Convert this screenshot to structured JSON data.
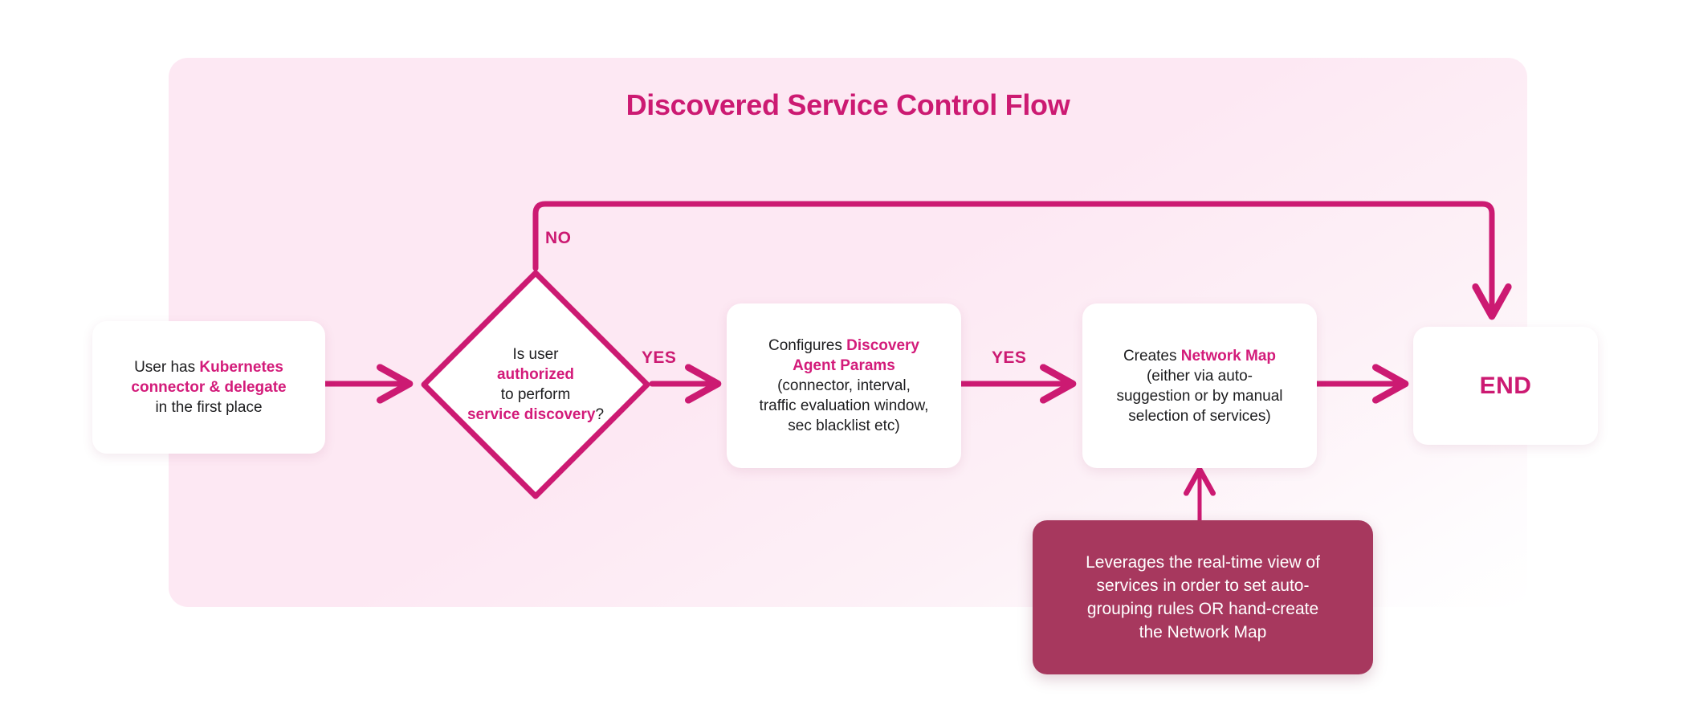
{
  "diagram": {
    "title": "Discovered Service Control Flow",
    "colors": {
      "accent": "#cc1a72",
      "panel_bg": "#fde8f3",
      "callout_bg": "#a7385e",
      "node_bg": "#ffffff",
      "text": "#1d1d1f",
      "callout_text": "#ffffff"
    },
    "nodes": {
      "start": {
        "shape": "rounded-rect",
        "lines": [
          [
            {
              "t": "User has ",
              "hl": false
            },
            {
              "t": "Kubernetes",
              "hl": true
            }
          ],
          [
            {
              "t": "connector & delegate",
              "hl": true
            }
          ],
          [
            {
              "t": "in the first place",
              "hl": false
            }
          ]
        ]
      },
      "decision": {
        "shape": "diamond",
        "lines": [
          [
            {
              "t": "Is user",
              "hl": false
            }
          ],
          [
            {
              "t": "authorized",
              "hl": true
            }
          ],
          [
            {
              "t": "to perform",
              "hl": false
            }
          ],
          [
            {
              "t": "service discovery",
              "hl": true
            },
            {
              "t": "?",
              "hl": false
            }
          ]
        ]
      },
      "config": {
        "shape": "rounded-rect",
        "lines": [
          [
            {
              "t": "Configures ",
              "hl": false
            },
            {
              "t": "Discovery",
              "hl": true
            }
          ],
          [
            {
              "t": "Agent Params",
              "hl": true
            }
          ],
          [
            {
              "t": "(connector, interval,",
              "hl": false
            }
          ],
          [
            {
              "t": "traffic evaluation window,",
              "hl": false
            }
          ],
          [
            {
              "t": "sec blacklist etc)",
              "hl": false
            }
          ]
        ]
      },
      "map": {
        "shape": "rounded-rect",
        "lines": [
          [
            {
              "t": "Creates ",
              "hl": false
            },
            {
              "t": "Network Map",
              "hl": true
            }
          ],
          [
            {
              "t": "(either via auto-",
              "hl": false
            }
          ],
          [
            {
              "t": "suggestion or by manual",
              "hl": false
            }
          ],
          [
            {
              "t": "selection of services)",
              "hl": false
            }
          ]
        ]
      },
      "end": {
        "shape": "rounded-rect",
        "label": "END"
      },
      "callout": {
        "shape": "rounded-rect-filled",
        "lines": [
          [
            {
              "t": "Leverages the real-time view of",
              "hl": false
            }
          ],
          [
            {
              "t": "services in order to set auto-",
              "hl": false
            }
          ],
          [
            {
              "t": "grouping rules OR hand-create",
              "hl": false
            }
          ],
          [
            {
              "t": "the Network Map",
              "hl": false
            }
          ]
        ]
      }
    },
    "edges": {
      "start_to_decision": {
        "label": ""
      },
      "decision_no": {
        "label": "NO"
      },
      "decision_yes": {
        "label": "YES"
      },
      "config_to_map": {
        "label": "YES"
      },
      "map_to_end": {
        "label": ""
      },
      "callout_to_map": {
        "label": ""
      }
    }
  }
}
